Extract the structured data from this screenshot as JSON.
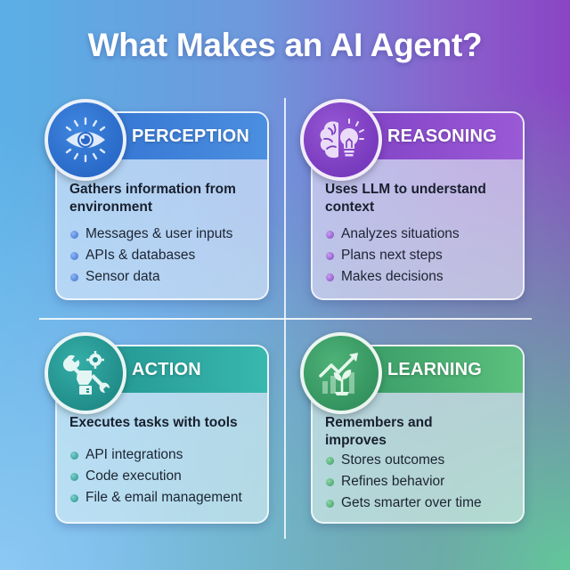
{
  "title": "What Makes an AI Agent?",
  "colors": {
    "perception": "#2f6fd0",
    "reasoning": "#7c3dc3",
    "action": "#1f8f8c",
    "learning": "#2f9260"
  },
  "cards": [
    {
      "key": "perception",
      "label": "PERCEPTION",
      "icon": "eye-icon",
      "description": "Gathers information from environment",
      "bullets": [
        "Messages & user inputs",
        "APIs & databases",
        "Sensor data"
      ]
    },
    {
      "key": "reasoning",
      "label": "REASONING",
      "icon": "brain-lightbulb-icon",
      "description": "Uses LLM to understand context",
      "bullets": [
        "Analyzes situations",
        "Plans next steps",
        "Makes decisions"
      ]
    },
    {
      "key": "action",
      "label": "ACTION",
      "icon": "hand-tools-icon",
      "description": "Executes tasks with tools",
      "bullets": [
        "API integrations",
        "Code execution",
        "File & email management"
      ]
    },
    {
      "key": "learning",
      "label": "LEARNING",
      "icon": "growth-chart-sprout-icon",
      "description": "Remembers and improves",
      "bullets": [
        "Stores outcomes",
        "Refines behavior",
        "Gets smarter over time"
      ]
    }
  ]
}
